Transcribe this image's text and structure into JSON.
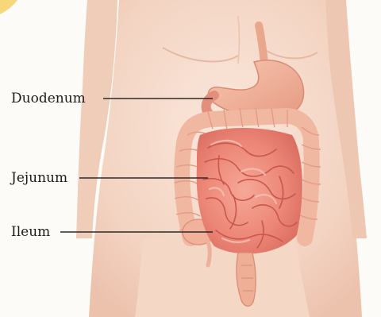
{
  "labels": {
    "duodenum": "Duodenum",
    "jejunum": "Jejunum",
    "ileum": "Ileum"
  },
  "colors": {
    "skin": "#f6d9c9",
    "skin_shadow": "#e8bda7",
    "stomach": "#f0b59b",
    "colon": "#f3c3ae",
    "colon_outline": "#e39b86",
    "small_intestine": "#ef8d7f",
    "small_intestine_dark": "#d9675c",
    "small_intestine_light": "#f6b3a6",
    "leader_line": "#2a2a2a",
    "corner_accent": "#f7d77a"
  }
}
